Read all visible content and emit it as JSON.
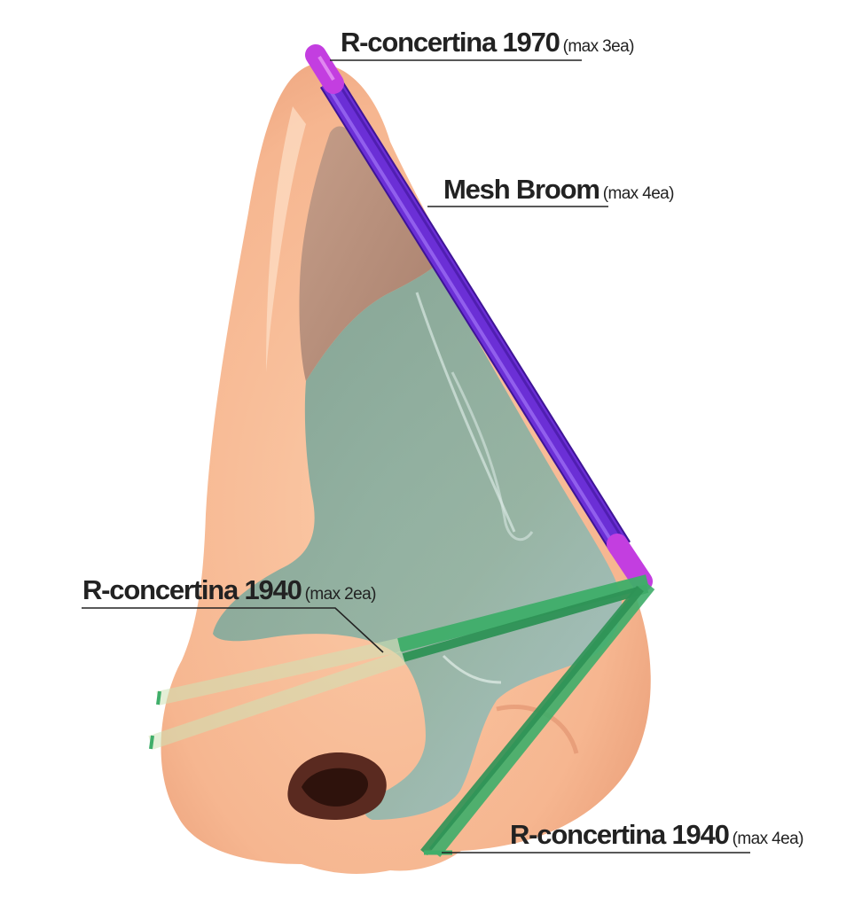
{
  "labels": {
    "concertina_1970": {
      "name": "R-concertina 1970",
      "qty": "(max 3ea)"
    },
    "mesh_broom": {
      "name": "Mesh Broom",
      "qty": "(max 4ea)"
    },
    "concertina_1940_upper": {
      "name": "R-concertina 1940",
      "qty": "(max 2ea)"
    },
    "concertina_1940_lower": {
      "name": "R-concertina 1940",
      "qty": "(max 4ea)"
    }
  },
  "colors": {
    "skin": "#f6b690",
    "skin_shadow": "#e89a74",
    "nasal_bone": "#b48b78",
    "cartilage": "#7fa89c",
    "mesh_broom": "#6b2fd6",
    "concertina_1970": "#c33ee0",
    "concertina_1940": "#3fae6a",
    "leader_line": "#222222"
  }
}
